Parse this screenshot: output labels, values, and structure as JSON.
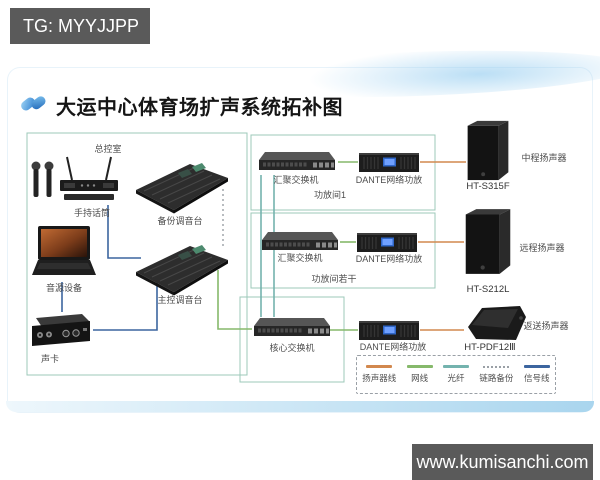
{
  "badges": {
    "tg": "TG: MYYJJPP",
    "site": "www.kumisanchi.com"
  },
  "header": {
    "title": "大运中心体育场扩声系统拓补图"
  },
  "rooms": {
    "control": "总控室",
    "amp1": "功放间1",
    "ampN": "功放间若干"
  },
  "devices": {
    "mic": "手持话筒",
    "backup_console": "备份调音台",
    "source": "音源设备",
    "main_console": "主控调音台",
    "soundcard": "声卡",
    "agg_switch1": "汇聚交换机",
    "agg_switch2": "汇聚交换机",
    "core_switch": "核心交换机",
    "dante1": "DANTE网络功放",
    "dante2": "DANTE网络功放",
    "dante3": "DANTE网络功放"
  },
  "speakers": {
    "mid": {
      "model": "HT-S315F",
      "role": "中程扬声器"
    },
    "far": {
      "model": "HT-S212L",
      "role": "远程扬声器"
    },
    "monitor": {
      "model": "HT-PDF12Ⅲ",
      "role": "返送扬声器"
    }
  },
  "legend": {
    "items": [
      {
        "label": "扬声器线",
        "key": "speaker"
      },
      {
        "label": "网线",
        "key": "net"
      },
      {
        "label": "光纤",
        "key": "fiber"
      },
      {
        "label": "链路备份",
        "key": "backup"
      },
      {
        "label": "信号线",
        "key": "signal"
      }
    ]
  },
  "colors": {
    "speaker_line": "#d2884e",
    "net_line": "#86b96b",
    "fiber_line": "#74b3ae",
    "backup_line": "#9aa0a6",
    "signal_line": "#3c659f",
    "box_border": "#9cc8ba",
    "badge_bg": "#5a5a5a"
  }
}
